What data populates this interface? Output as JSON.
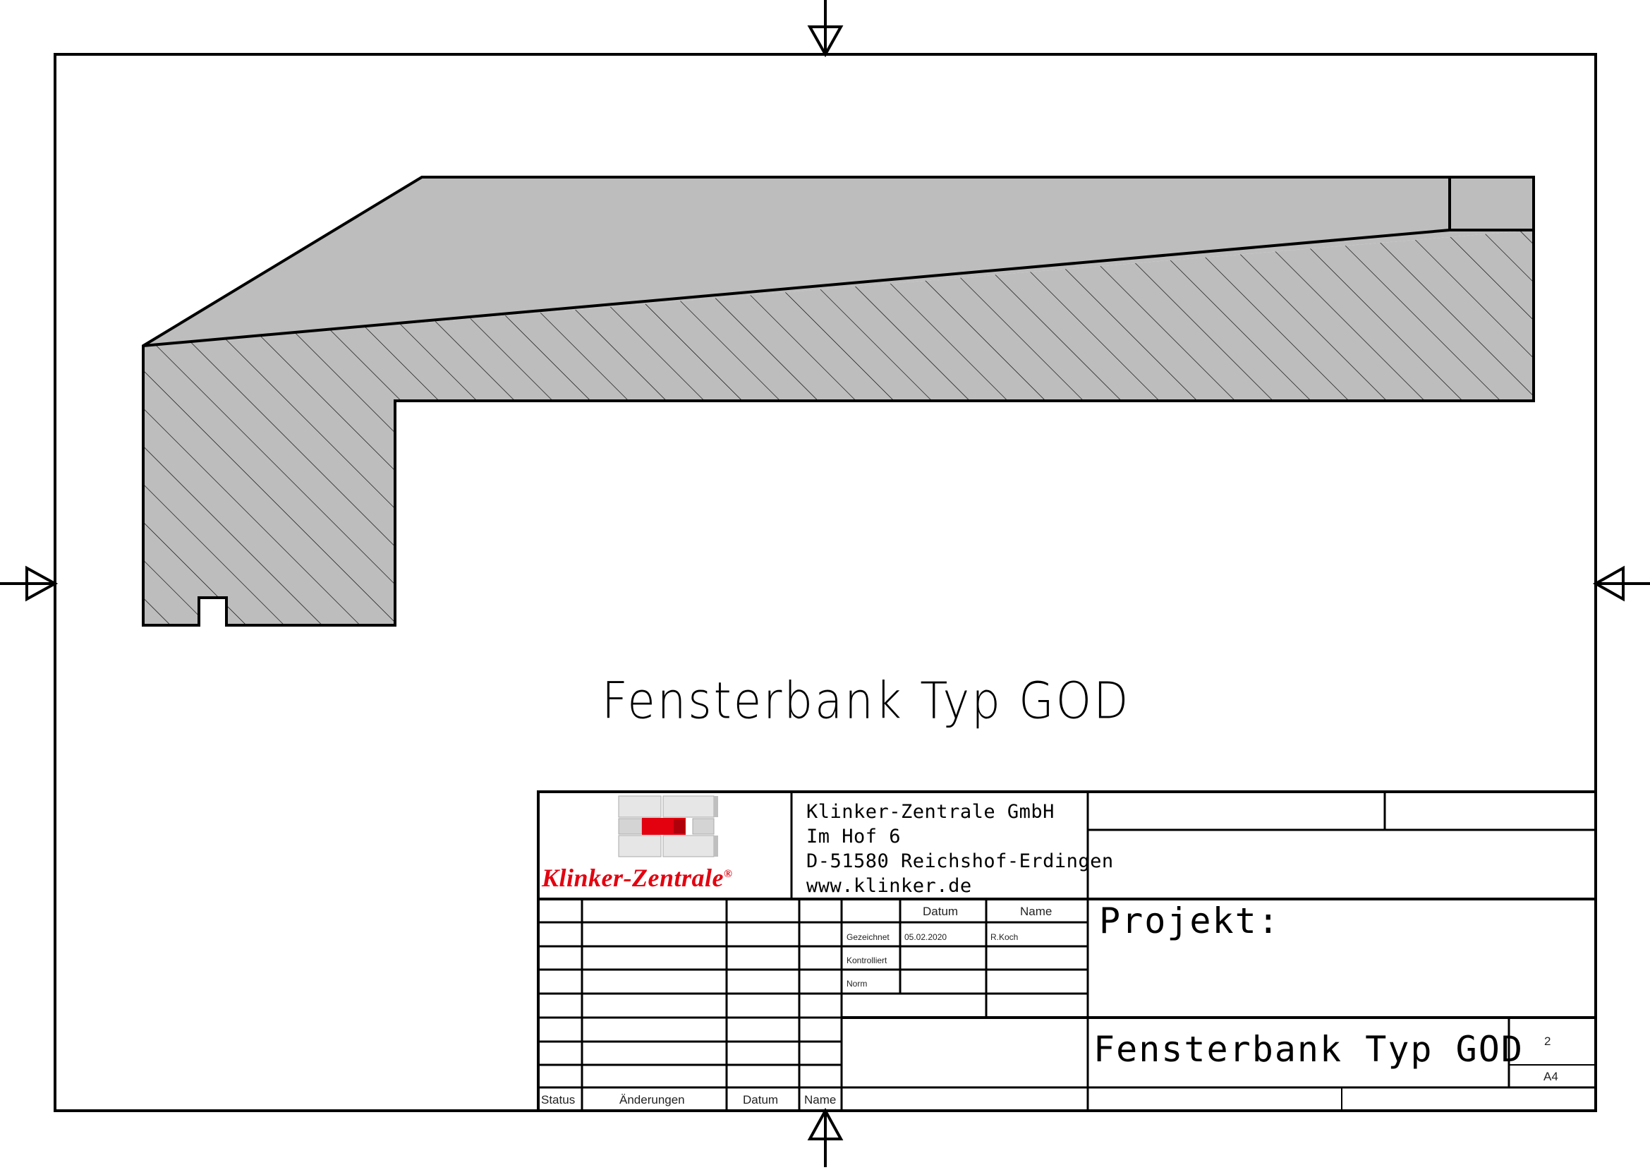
{
  "drawing": {
    "main_title": "Fensterbank Typ GOD",
    "section_fill": "#bdbdbd",
    "hatch_color": "#000000",
    "border_color": "#000000"
  },
  "logo": {
    "brand": "Klinker-Zentrale",
    "registered": "®",
    "brick_color": "#e3000f",
    "grey_color": "#cfcfcf"
  },
  "company": {
    "name": "Klinker-Zentrale GmbH",
    "street": "Im Hof 6",
    "city": "D-51580 Reichshof-Erdingen",
    "web": "www.klinker.de"
  },
  "approval": {
    "headers": {
      "datum": "Datum",
      "name": "Name"
    },
    "rows": [
      {
        "label": "Gezeichnet",
        "datum": "05.02.2020",
        "name": "R.Koch"
      },
      {
        "label": "Kontrolliert",
        "datum": "",
        "name": ""
      },
      {
        "label": "Norm",
        "datum": "",
        "name": ""
      }
    ]
  },
  "revisions": {
    "headers": {
      "status": "Status",
      "aenderungen": "Änderungen",
      "datum": "Datum",
      "name": "Name"
    }
  },
  "project": {
    "label": "Projekt:",
    "title": "Fensterbank Typ GOD",
    "sheet_number": "2",
    "format": "A4"
  }
}
